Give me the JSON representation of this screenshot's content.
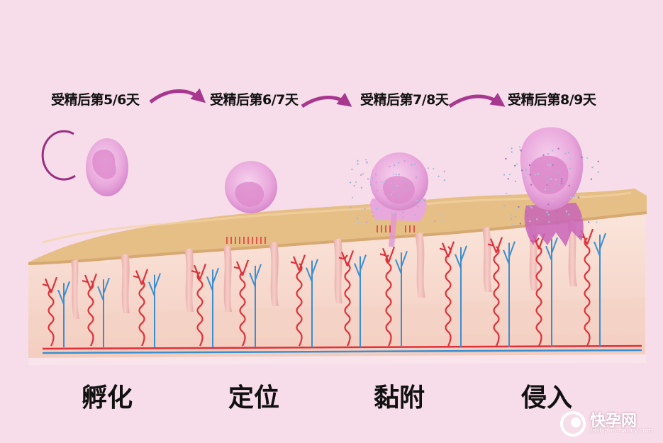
{
  "stages": [
    {
      "day_label": "受精后第5/6天",
      "name": "孵化"
    },
    {
      "day_label": "受精后第6/7天",
      "name": "定位"
    },
    {
      "day_label": "受精后第7/8天",
      "name": "黏附"
    },
    {
      "day_label": "受精后第8/9天",
      "name": "侵入"
    }
  ],
  "watermark": {
    "title": "快孕网",
    "url": "fast-pregnancy.com"
  },
  "colors": {
    "background": "#f7dde9",
    "arrow": "#a8388f",
    "embryo": "#e9a3d6",
    "epithelium": "#e6bf86",
    "artery": "#e0303a",
    "vein": "#3a8fd0"
  }
}
